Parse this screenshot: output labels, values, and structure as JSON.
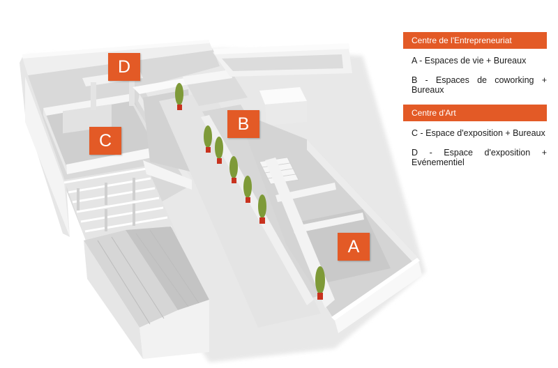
{
  "zones": {
    "a": "A",
    "b": "B",
    "c": "C",
    "d": "D"
  },
  "legend": {
    "group_1": {
      "header": "Centre de l'Entrepreneuriat",
      "items": [
        "A - Espaces de vie + Bureaux",
        "B - Espaces de coworking + Bureaux"
      ]
    },
    "group_2": {
      "header": "Centre d'Art",
      "items": [
        "C - Espace d'exposition + Bureaux",
        "D - Espace d'exposition + Evénementiel"
      ]
    }
  },
  "colors": {
    "accent": "#e35a26",
    "tree": "#7e9a38",
    "pot": "#c8321e",
    "wall": "#f2f2f2",
    "floor": "#dedede"
  }
}
